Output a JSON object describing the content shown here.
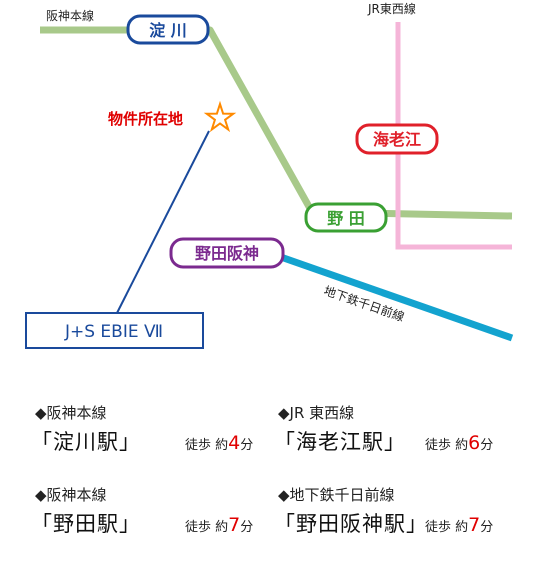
{
  "map": {
    "lines": {
      "hanshin_label": "阪神本線",
      "jr_label": "JR東西線",
      "subway_label": "地下鉄千日前線"
    },
    "stations": {
      "yodogawa": "淀 川",
      "ebie": "海老江",
      "noda": "野 田",
      "nodahanshin": "野田阪神"
    },
    "property_label": "物件所在地",
    "building_name": "J+S EBIE Ⅶ",
    "colors": {
      "hanshin": "#a8c98a",
      "jr": "#f5b5d8",
      "subway": "#13a3cf",
      "pointer": "#1a4a9c",
      "yodogawa_border": "#1a4a9c",
      "ebie_border": "#e0202a",
      "noda_border": "#3aa033",
      "nodahanshin_border": "#7b2a8f",
      "property_text": "#e00000",
      "star": "#ff8a00"
    }
  },
  "access": [
    {
      "line": "◆阪神本線",
      "station": "「淀川駅」",
      "walk_prefix": "徒歩 約",
      "minutes": "4",
      "unit": "分"
    },
    {
      "line": "◆JR 東西線",
      "station": "「海老江駅」",
      "walk_prefix": "徒歩 約",
      "minutes": "6",
      "unit": "分"
    },
    {
      "line": "◆阪神本線",
      "station": "「野田駅」",
      "walk_prefix": "徒歩 約",
      "minutes": "7",
      "unit": "分"
    },
    {
      "line": "◆地下鉄千日前線",
      "station": "「野田阪神駅」",
      "walk_prefix": "徒歩 約",
      "minutes": "7",
      "unit": "分"
    }
  ]
}
